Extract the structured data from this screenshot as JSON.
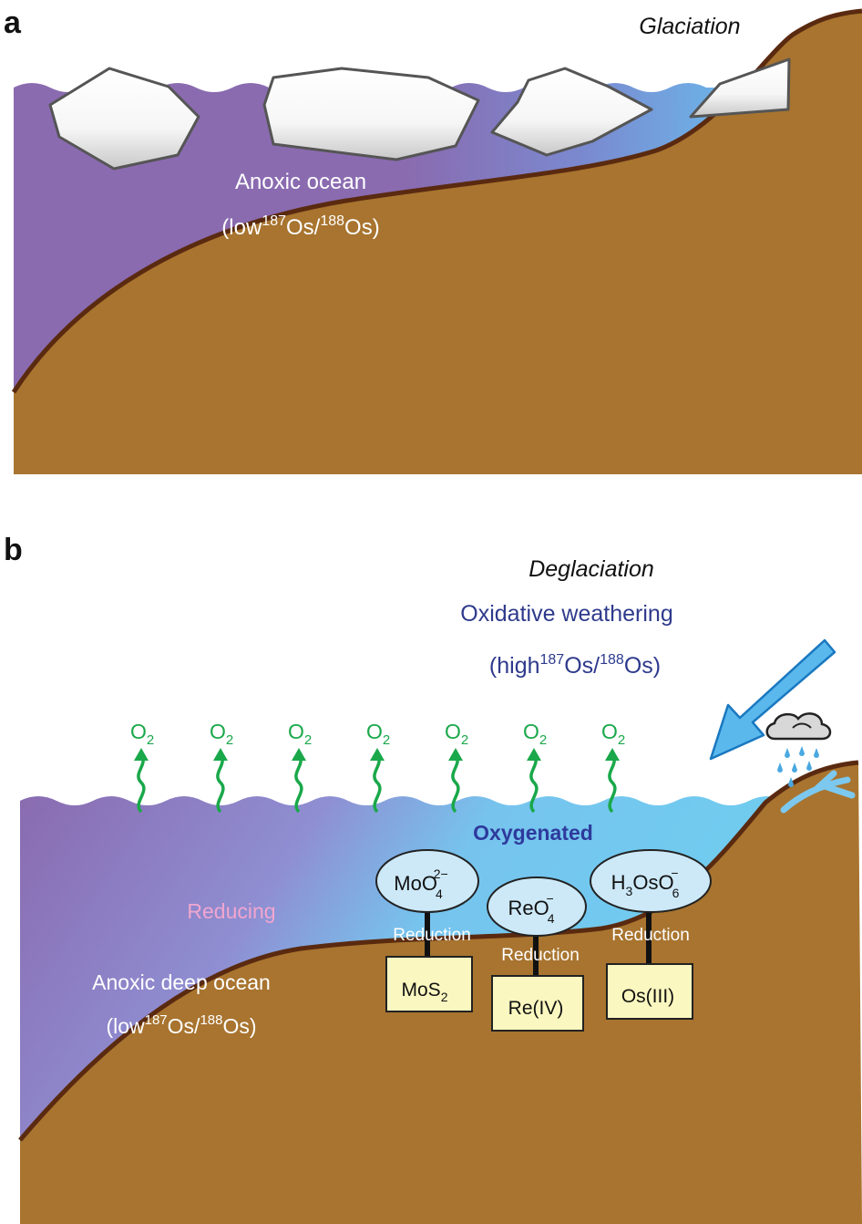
{
  "panel_a": {
    "letter": "a",
    "title": "Glaciation",
    "ocean_label": "Anoxic ocean",
    "ratio": {
      "pre": "(low",
      "sup1": "187",
      "mid": "Os/",
      "sup2": "188",
      "post": "Os)"
    }
  },
  "panel_b": {
    "letter": "b",
    "title": "Deglaciation",
    "weathering_label": "Oxidative weathering",
    "weathering_ratio": {
      "pre": "(high",
      "sup1": "187",
      "mid": "Os/",
      "sup2": "188",
      "post": "Os)"
    },
    "oxygen_label": "O",
    "oxygen_sub": "2",
    "oxygenated_label": "Oxygenated",
    "reducing_label": "Reducing",
    "deep_ocean_label": "Anoxic deep ocean",
    "deep_ratio": {
      "pre": "(low",
      "sup1": "187",
      "mid": "Os/",
      "sup2": "188",
      "post": "Os)"
    },
    "species": [
      {
        "base": "MoO",
        "sub": "4",
        "sup": "2−",
        "reduction": "Reduction",
        "product_base": "MoS",
        "product_sub": "2"
      },
      {
        "base": "ReO",
        "sub": "4",
        "sup": "−",
        "reduction": "Reduction",
        "product_base": "Re(IV)",
        "product_sub": ""
      },
      {
        "pre": "H",
        "pre_sub": "3",
        "base": "OsO",
        "sub": "6",
        "sup": "−",
        "reduction": "Reduction",
        "product_base": "Os(III)",
        "product_sub": ""
      }
    ]
  },
  "colors": {
    "sediment": "#a8742f",
    "sediment_edge": "#5a2a10",
    "anoxic_ocean": "#8a6bb0",
    "oxygenated_ocean": "#6ecff0",
    "oxygen_green": "#1aa84a",
    "weathering_text": "#2e3a8c",
    "oxygenated_text": "#2e3a9c",
    "reducing_text": "#f0a6d0",
    "species_fill": "#cde9f8",
    "product_fill": "#fbf7c0",
    "arrow_blue": "#5ab8ec"
  }
}
